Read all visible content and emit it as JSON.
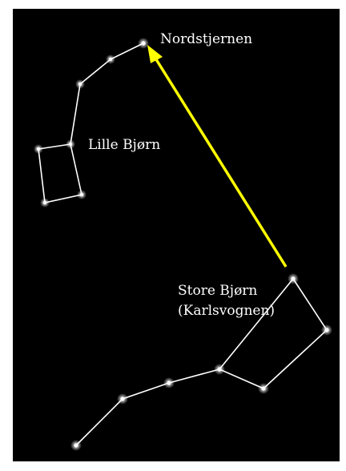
{
  "labels": {
    "polaris": "Nordstjernen",
    "little_dipper": "Lille Bjørn",
    "big_dipper_line1": "Store Bjørn",
    "big_dipper_line2": "(Karlsvognen)"
  },
  "colors": {
    "background": "#000000",
    "frame": "#ffffff",
    "lines": "#ffffff",
    "stars": "#ffffff",
    "pointer_arrow": "#ffff00"
  }
}
